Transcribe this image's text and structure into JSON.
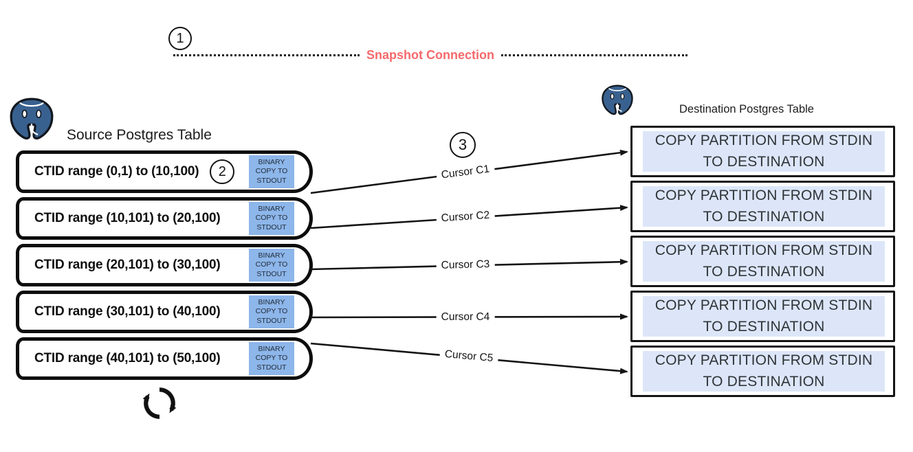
{
  "steps": {
    "one": "1",
    "two": "2",
    "three": "3"
  },
  "snapshot": {
    "label": "Snapshot Connection"
  },
  "colors": {
    "accent_red": "#f5696b",
    "binary_badge_blue": "#8db6ea",
    "destination_fill_blue": "#dce6f8",
    "postgres_blue": "#39618f",
    "line_black": "#141414"
  },
  "source": {
    "title": "Source Postgres Table",
    "logo_icon": "postgres-elephant-icon",
    "rows": [
      {
        "range": "CTID range (0,1) to (10,100)",
        "badge_lines": [
          "BINARY",
          "COPY TO",
          "STDOUT"
        ]
      },
      {
        "range": "CTID range (10,101) to (20,100)",
        "badge_lines": [
          "BINARY",
          "COPY TO",
          "STDOUT"
        ]
      },
      {
        "range": "CTID range (20,101) to (30,100)",
        "badge_lines": [
          "BINARY",
          "COPY TO",
          "STDOUT"
        ]
      },
      {
        "range": "CTID range (30,101) to (40,100)",
        "badge_lines": [
          "BINARY",
          "COPY TO",
          "STDOUT"
        ]
      },
      {
        "range": "CTID range (40,101) to (50,100)",
        "badge_lines": [
          "BINARY",
          "COPY TO",
          "STDOUT"
        ]
      }
    ],
    "loop_icon": "refresh-loop-icon"
  },
  "cursors": [
    "Cursor C1",
    "Cursor C2",
    "Cursor C3",
    "Cursor C4",
    "Cursor C5"
  ],
  "destination": {
    "title": "Destination Postgres Table",
    "logo_icon": "postgres-elephant-icon",
    "boxes": [
      {
        "line1": "COPY PARTITION FROM STDIN",
        "line2": "TO DESTINATION"
      },
      {
        "line1": "COPY PARTITION FROM STDIN",
        "line2": "TO DESTINATION"
      },
      {
        "line1": "COPY PARTITION FROM STDIN",
        "line2": "TO DESTINATION"
      },
      {
        "line1": "COPY PARTITION FROM STDIN",
        "line2": "TO DESTINATION"
      },
      {
        "line1": "COPY PARTITION FROM STDIN",
        "line2": "TO DESTINATION"
      }
    ]
  }
}
